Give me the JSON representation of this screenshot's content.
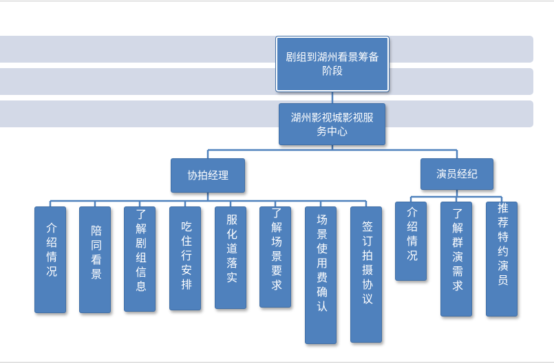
{
  "root": {
    "label": "剧组到湖州看景筹备阶段"
  },
  "center": {
    "label": "湖州影视城影视服务中心"
  },
  "managers": [
    {
      "label": "协拍经理",
      "tasks": [
        "介绍情况",
        "陪同看景",
        "了解剧组信息",
        "吃住行安排",
        "服化道落实",
        "了解场景要求",
        "场景使用费确认",
        "签订拍摄协议"
      ]
    },
    {
      "label": "演员经纪",
      "tasks": [
        "介绍情况",
        "了解群演需求",
        "推荐特约演员"
      ]
    }
  ],
  "colors": {
    "node_fill": "#4f81bd",
    "band_fill": "#d3d9e7",
    "connector": "#4f81bd",
    "node_text": "#ffffff"
  }
}
